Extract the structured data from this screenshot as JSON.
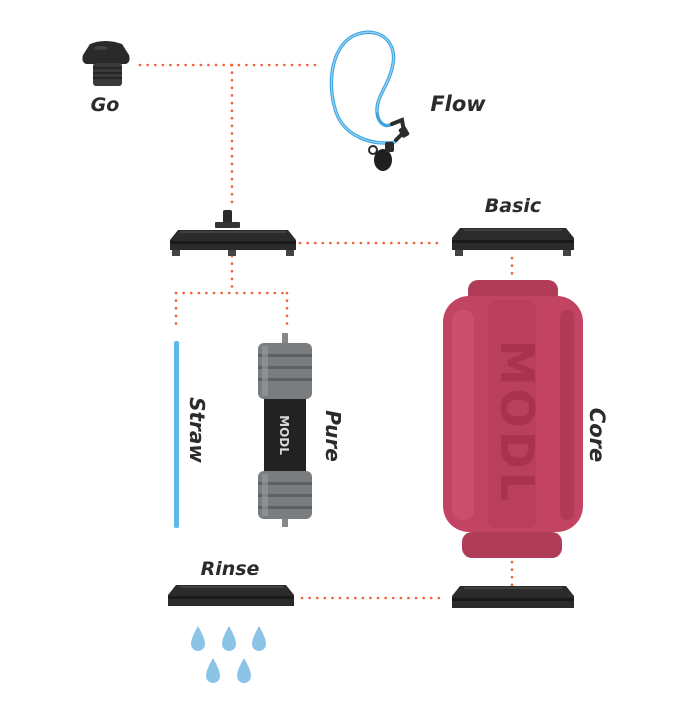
{
  "labels": {
    "go": "Go",
    "flow": "Flow",
    "basic": "Basic",
    "straw": "Straw",
    "pure": "Pure",
    "core": "Core",
    "rinse": "Rinse",
    "brand": "MODL"
  },
  "colors": {
    "connector": "#f0643c",
    "straw": "#5eb8f0",
    "core_body": "#c24462",
    "cap_dark": "#222222",
    "pure_gray": "#7a7d80",
    "drop": "#8cc4e8",
    "tube": "#4aaee6"
  },
  "icons": {
    "go": "go-mouthpiece-cap",
    "flow": "flow-hose-with-bite-valve",
    "top_lid": "drinking-lid-with-spout",
    "basic": "basic-lid-ring",
    "pure": "pure-filter-cartridge",
    "core": "core-bottle",
    "rinse": "rinse-lid-ring",
    "bottom_lid": "bottom-lid-ring",
    "drops": "water-drops-icon"
  }
}
